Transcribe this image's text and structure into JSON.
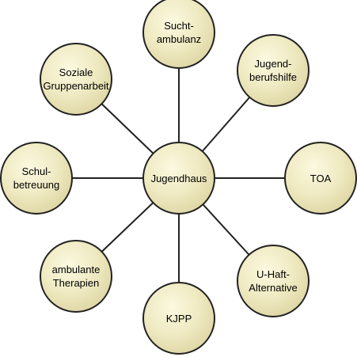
{
  "diagram": {
    "center": {
      "label": "Jugendhaus"
    },
    "nodes": [
      {
        "label": "Sucht-\nambulanz"
      },
      {
        "label": "Jugend-\nberufshilfe"
      },
      {
        "label": "TOA"
      },
      {
        "label": "U-Haft-\nAlternative"
      },
      {
        "label": "KJPP"
      },
      {
        "label": "ambulante\nTherapien"
      },
      {
        "label": "Schul-\nbetreuung"
      },
      {
        "label": "Soziale\nGruppenarbeit"
      }
    ]
  },
  "colors": {
    "node_fill_light": "#fbf9e0",
    "node_fill_mid": "#efeac2",
    "node_fill_dark": "#ddd5a3",
    "node_stroke": "#222222",
    "connector": "#222222"
  }
}
